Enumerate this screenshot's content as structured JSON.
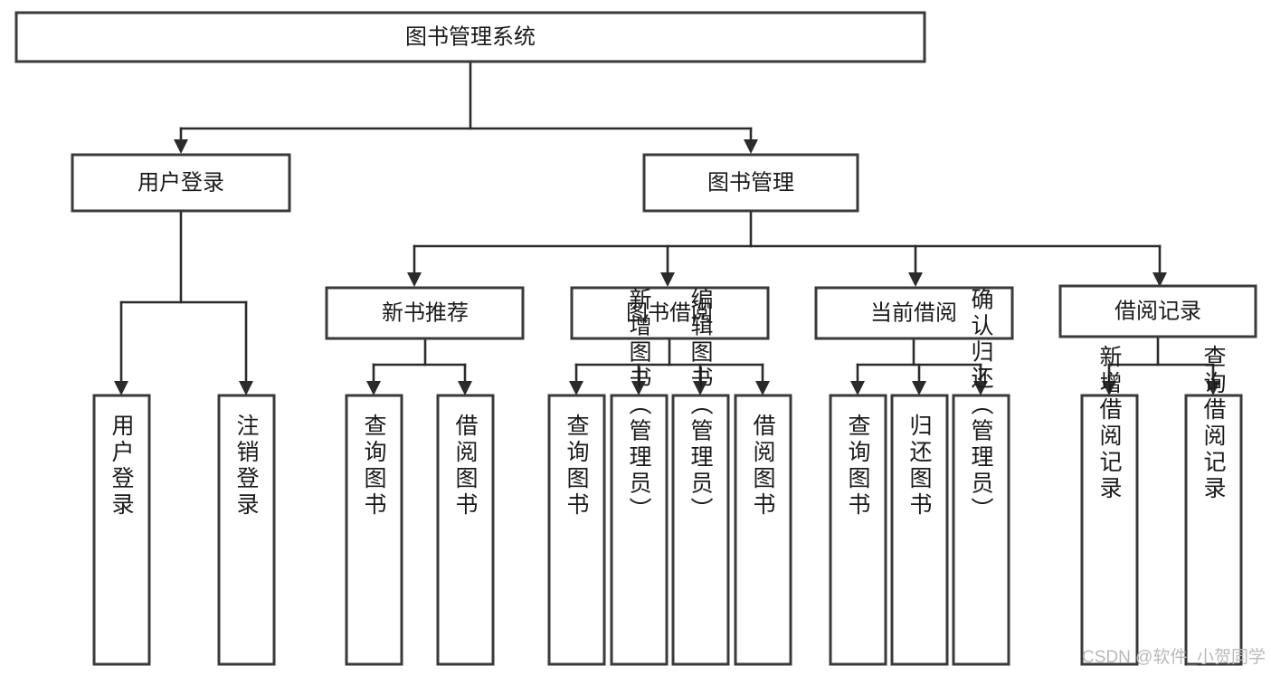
{
  "diagram": {
    "title": "图书管理系统",
    "type": "tree",
    "watermark": "CSDN @软件_小贺同学",
    "colors": {
      "box_stroke": "#3a3a3a",
      "box_fill": "#ffffff",
      "connector": "#2b2b2b",
      "text": "#1a1a1a",
      "watermark": "#b9b9b9",
      "background": "#ffffff"
    },
    "levels": {
      "root": {
        "label": "图书管理系统"
      },
      "level2": [
        {
          "id": "user-login",
          "label": "用户登录"
        },
        {
          "id": "book-management",
          "label": "图书管理"
        }
      ],
      "level3": [
        {
          "id": "new-book-recommend",
          "label": "新书推荐"
        },
        {
          "id": "book-borrow",
          "label": "图书借阅"
        },
        {
          "id": "current-borrow",
          "label": "当前借阅"
        },
        {
          "id": "borrow-records",
          "label": "借阅记录"
        }
      ],
      "leaves": {
        "user_login": [
          {
            "id": "leaf-user-login",
            "label": "用户登录"
          },
          {
            "id": "leaf-logout",
            "label": "注销登录"
          }
        ],
        "new_book_recommend": [
          {
            "id": "leaf-query-book-1",
            "label": "查询图书"
          },
          {
            "id": "leaf-borrow-book-1",
            "label": "借阅图书"
          }
        ],
        "book_borrow": [
          {
            "id": "leaf-query-book-2",
            "label": "查询图书"
          },
          {
            "id": "leaf-add-book",
            "label": "新增图书（管理员）"
          },
          {
            "id": "leaf-edit-book",
            "label": "编辑图书（管理员）"
          },
          {
            "id": "leaf-borrow-book-2",
            "label": "借阅图书"
          }
        ],
        "current_borrow": [
          {
            "id": "leaf-query-book-3",
            "label": "查询图书"
          },
          {
            "id": "leaf-return-book",
            "label": "归还图书"
          },
          {
            "id": "leaf-confirm-return",
            "label": "确认归还（管理员）"
          }
        ],
        "borrow_records": [
          {
            "id": "leaf-add-record",
            "label": "新增借阅记录"
          },
          {
            "id": "leaf-query-record",
            "label": "查询借阅记录"
          }
        ]
      }
    }
  }
}
